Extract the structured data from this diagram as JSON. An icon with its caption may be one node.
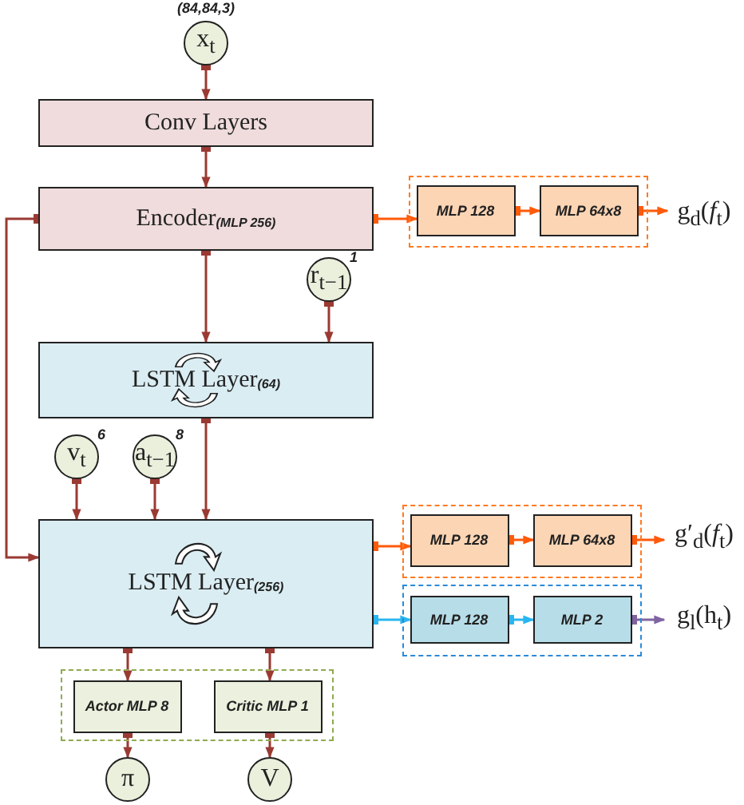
{
  "diagram": {
    "nodes": [
      {
        "text": [
          "x$_{t}$"
        ],
        "beside": [
          "(84,84,3)"
        ]
      },
      {
        "text": [
          "Conv Layers"
        ]
      },
      {
        "text": [
          "Encoder$_{(MLP 256)}$"
        ]
      },
      {
        "text": [],
        "shape": "box"
      },
      {
        "text": [
          "MLP 128"
        ],
        "in": 3
      },
      {
        "text": [
          "MLP 64x8"
        ],
        "in": 3
      },
      {
        "text": [
          "g$_{d}$(*f*$_{t}$)"
        ]
      },
      {
        "text": [
          "r$_{t−1}$"
        ],
        "beside": [
          "1"
        ]
      },
      {
        "text": [
          "LSTM Layer$_{(64)}$"
        ]
      },
      {
        "text": [
          "v$_{t}$"
        ],
        "beside": [
          "6"
        ]
      },
      {
        "text": [
          "a$_{t−1}$"
        ],
        "beside": [
          "8"
        ]
      },
      {
        "text": [
          "LSTM Layer$_{(256)}$"
        ]
      },
      {
        "text": [],
        "shape": "box"
      },
      {
        "text": [
          "MLP 128"
        ],
        "in": 12
      },
      {
        "text": [
          "MLP 64x8"
        ],
        "in": 12
      },
      {
        "text": [
          "g′$_{d}$(*f*$_{t}$)"
        ]
      },
      {
        "text": [],
        "shape": "box"
      },
      {
        "text": [
          "MLP 128"
        ],
        "in": 16
      },
      {
        "text": [
          "MLP 2"
        ],
        "in": 16
      },
      {
        "text": [
          "g$_{l}$(h$_{t}$)"
        ]
      },
      {
        "text": [],
        "shape": "box"
      },
      {
        "text": [
          "Actor MLP 8"
        ],
        "in": 20
      },
      {
        "text": [
          "Critic MLP 1"
        ],
        "in": 20
      },
      {
        "text": [
          "π"
        ]
      },
      {
        "text": [
          "V"
        ]
      }
    ],
    "edges": [
      {
        "from": 0,
        "to": 1,
        "arrow": "to"
      },
      {
        "from": 1,
        "to": 2,
        "arrow": "to"
      },
      {
        "from": 2,
        "to": 4,
        "arrow": "to",
        "color": "#ff5a0a"
      },
      {
        "from": 4,
        "to": 5,
        "arrow": "to",
        "color": "#ff5a0a"
      },
      {
        "from": 5,
        "to": 6,
        "arrow": "to",
        "color": "#ff5a0a"
      },
      {
        "from": 2,
        "to": 11,
        "arrow": "to"
      },
      {
        "from": 2,
        "to": 8,
        "arrow": "to"
      },
      {
        "from": 7,
        "to": 8,
        "arrow": "to"
      },
      {
        "from": 9,
        "to": 11,
        "arrow": "to"
      },
      {
        "from": 10,
        "to": 11,
        "arrow": "to"
      },
      {
        "from": 8,
        "to": 11,
        "arrow": "to"
      },
      {
        "from": 11,
        "to": 13,
        "arrow": "to",
        "color": "#ff5a0a"
      },
      {
        "from": 13,
        "to": 14,
        "arrow": "to",
        "color": "#ff5a0a"
      },
      {
        "from": 14,
        "to": 15,
        "arrow": "to",
        "color": "#ff5a0a"
      },
      {
        "from": 11,
        "to": 17,
        "arrow": "to",
        "color": "#29b6f0"
      },
      {
        "from": 17,
        "to": 18,
        "arrow": "to",
        "color": "#29b6f0"
      },
      {
        "from": 18,
        "to": 19,
        "arrow": "to",
        "color": "#8064a2"
      },
      {
        "from": 11,
        "to": 21,
        "arrow": "to"
      },
      {
        "from": 11,
        "to": 22,
        "arrow": "to"
      },
      {
        "from": 21,
        "to": 23,
        "arrow": "to"
      },
      {
        "from": 22,
        "to": 24,
        "arrow": "to"
      }
    ]
  }
}
